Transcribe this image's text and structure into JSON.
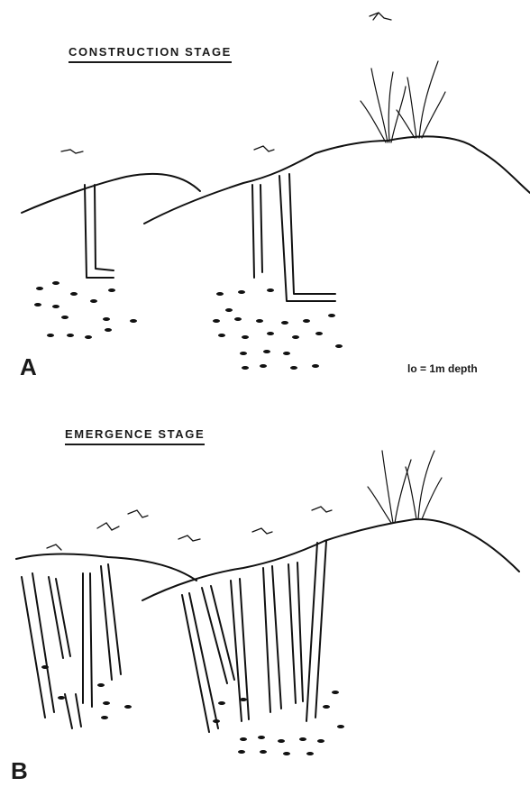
{
  "panel_a": {
    "title": "CONSTRUCTION STAGE",
    "letter": "A",
    "scale_note": "lo = 1m depth"
  },
  "panel_b": {
    "title": "EMERGENCE STAGE",
    "letter": "B"
  },
  "colors": {
    "ink": "#111111",
    "background": "#ffffff"
  }
}
